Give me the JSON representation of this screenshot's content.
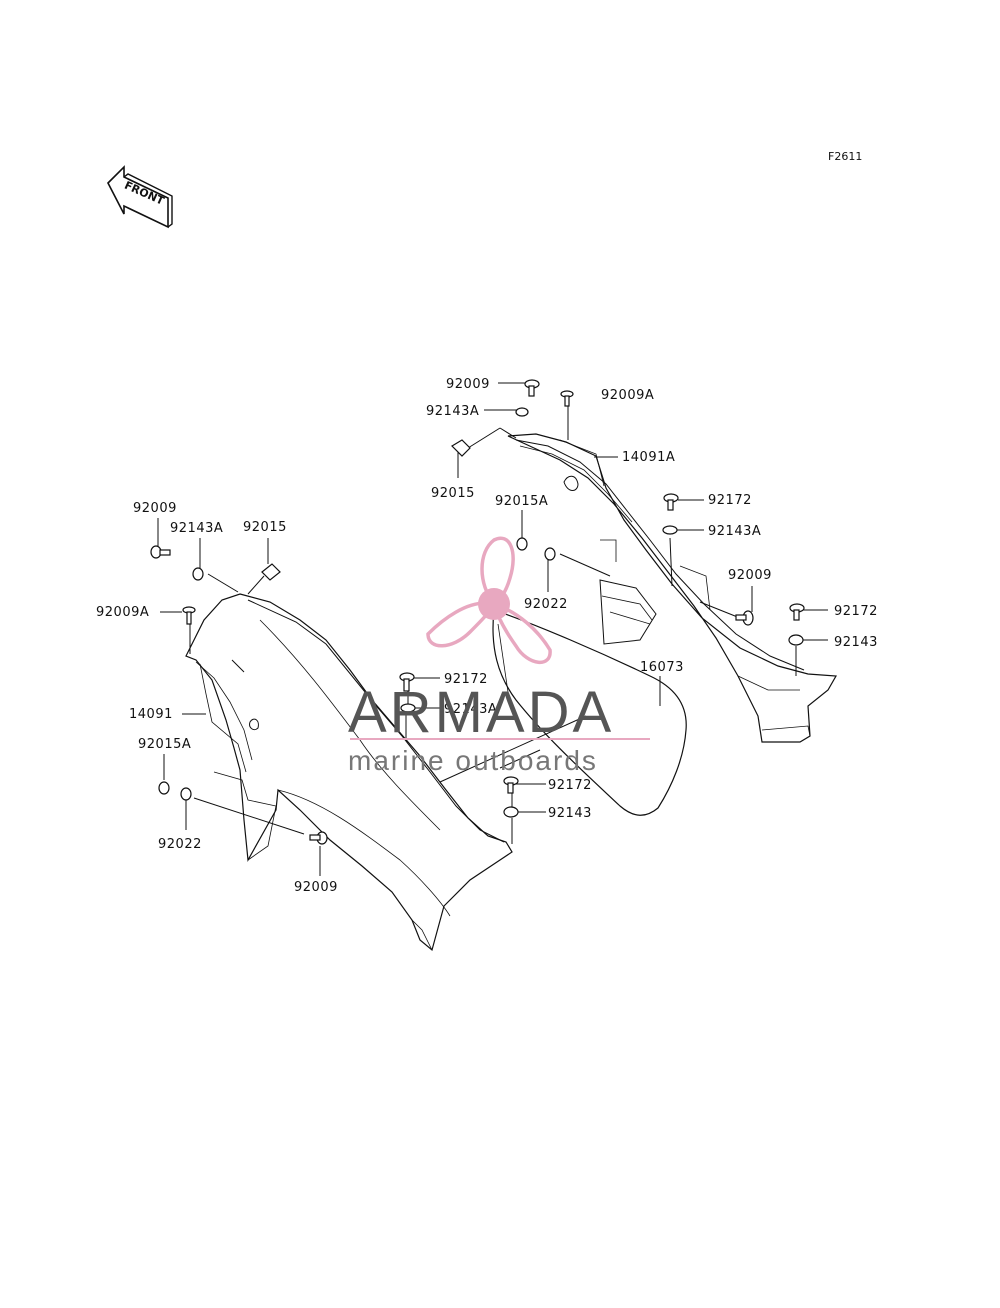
{
  "figure_ref": "F2611",
  "front_arrow": {
    "label": "FRONT",
    "icon": "front-arrow-icon"
  },
  "watermark": {
    "title": "ARMADA",
    "subtitle": "marine outboards",
    "title_color": "#555555",
    "accent_color": "#e8a8c0",
    "icon": "propeller-logo-icon"
  },
  "labels": {
    "l_92009_top": "92009",
    "l_92009a_top": "92009A",
    "l_92143a_top": "92143A",
    "l_14091a": "14091A",
    "l_92015_top": "92015",
    "l_92015a_top": "92015A",
    "l_92172_r1": "92172",
    "l_92143a_r": "92143A",
    "l_92022_top": "92022",
    "l_92009_r": "92009",
    "l_92172_r2": "92172",
    "l_92143_r": "92143",
    "l_16073": "16073",
    "l_92009_left": "92009",
    "l_92143a_left": "92143A",
    "l_92015_left": "92015",
    "l_92009a_left": "92009A",
    "l_14091": "14091",
    "l_92015a_left": "92015A",
    "l_92022_left": "92022",
    "l_92009_bottom": "92009",
    "l_92172_mid": "92172",
    "l_92143a_mid": "92143A",
    "l_92172_low": "92172",
    "l_92143_low": "92143"
  },
  "colors": {
    "line": "#111111",
    "background": "#ffffff"
  }
}
